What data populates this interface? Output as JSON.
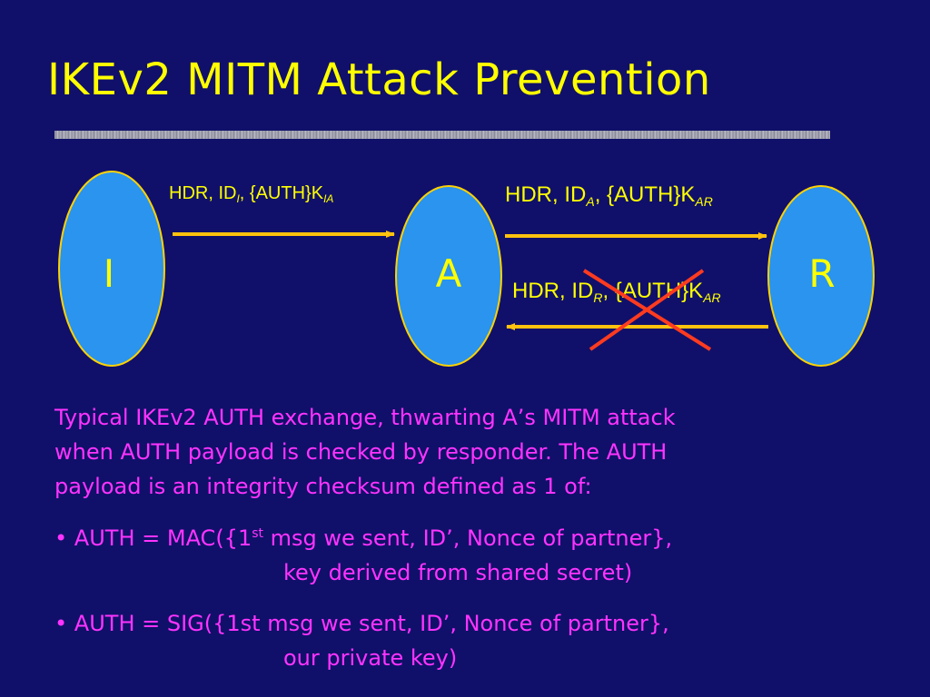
{
  "slide": {
    "title": "IKEv2 MITM Attack Prevention"
  },
  "diagram": {
    "nodes": {
      "initiator": "I",
      "attacker": "A",
      "responder": "R"
    },
    "messages": {
      "i_to_a": {
        "base": "HDR, ID",
        "id_sub": "I",
        "middle": ", {AUTH}K",
        "key_sub": "IA"
      },
      "a_to_r": {
        "base": "HDR, ID",
        "id_sub": "A",
        "middle": ", {AUTH}K",
        "key_sub": "AR"
      },
      "r_to_a": {
        "base": "HDR, ID",
        "id_sub": "R",
        "middle": ", {AUTH}K",
        "key_sub": "AR"
      }
    },
    "colors": {
      "background": "#10106a",
      "node_fill": "#2a94ee",
      "node_border": "#ffd200",
      "arrow": "#ffc20e",
      "text": "#ffff00",
      "cross": "#ff3b1f"
    }
  },
  "body": {
    "intro_lines": [
      "Typical IKEv2 AUTH exchange, thwarting A’s MITM attack",
      "when AUTH payload is checked by responder.  The AUTH",
      "payload is an integrity checksum defined as 1 of:"
    ],
    "bullets": [
      {
        "bullet": "•",
        "before_sup": "AUTH = MAC({1",
        "sup": "st",
        "after_sup": " msg we sent, ID’, Nonce of partner},",
        "continuation": "key derived from shared secret)"
      },
      {
        "bullet": "•",
        "line1": "AUTH = SIG({1st msg we sent, ID’, Nonce of partner},",
        "continuation": "our private key)"
      }
    ]
  }
}
